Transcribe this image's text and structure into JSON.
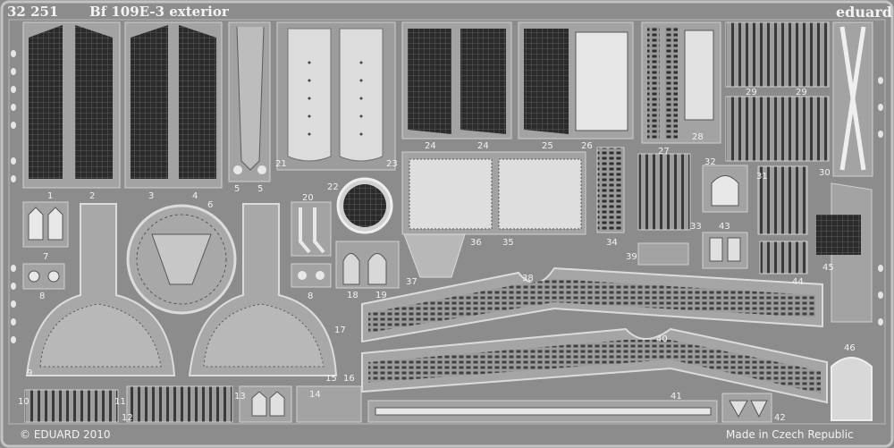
{
  "header": {
    "set_number": "32 251",
    "title": "Bf 109E-3 exterior",
    "brand": "eduard"
  },
  "footer": {
    "copyright": "© EDUARD 2010",
    "origin": "Made in Czech Republic"
  },
  "part_labels": [
    "1",
    "2",
    "3",
    "4",
    "5",
    "5",
    "6",
    "7",
    "8",
    "8",
    "9",
    "10",
    "11",
    "12",
    "13",
    "14",
    "15",
    "16",
    "17",
    "18",
    "19",
    "20",
    "21",
    "22",
    "23",
    "24",
    "24",
    "25",
    "26",
    "27",
    "28",
    "29",
    "29",
    "30",
    "31",
    "32",
    "33",
    "34",
    "35",
    "36",
    "37",
    "38",
    "39",
    "40",
    "41",
    "42",
    "43",
    "44",
    "45",
    "46"
  ],
  "colors": {
    "fret": "#8c8c8c",
    "frame": "#a6a6a6",
    "mesh": "#2f2f2f",
    "panel": "#d9d9d9",
    "highlight": "#f2f2f2"
  }
}
